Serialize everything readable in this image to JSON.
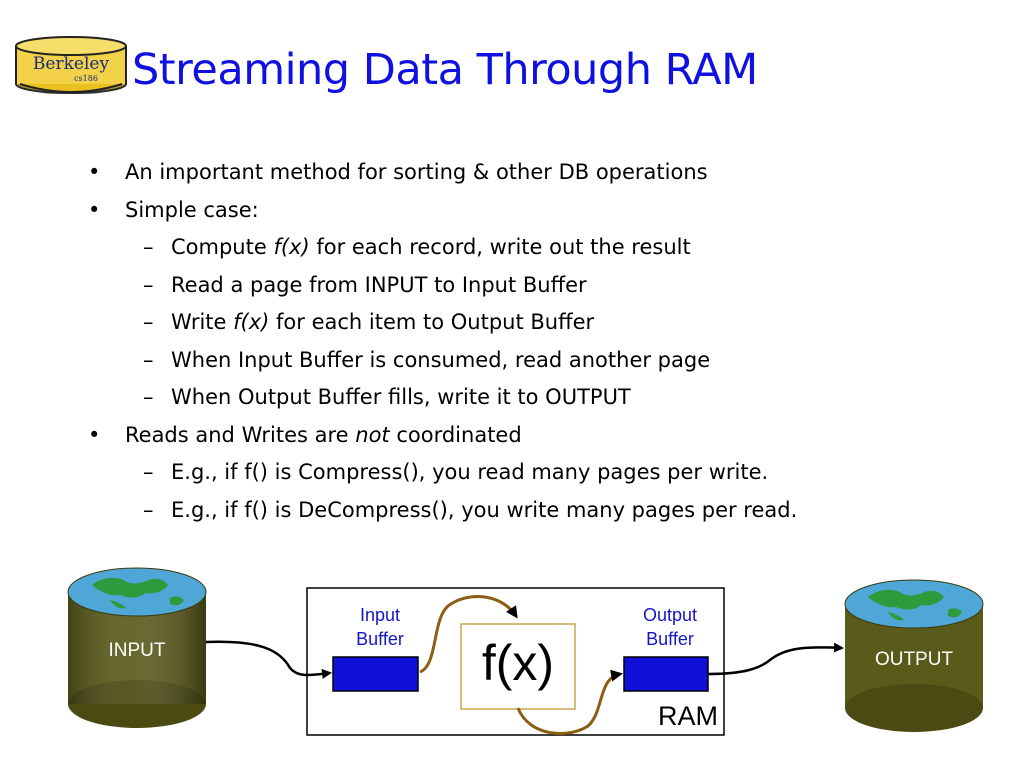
{
  "slide": {
    "title": "Streaming Data Through RAM",
    "logo": {
      "text": "Berkeley",
      "subtext": "cs186"
    },
    "bullets": [
      {
        "level": 1,
        "marker": "•",
        "parts": [
          "An important method for sorting & other DB operations"
        ]
      },
      {
        "level": 1,
        "marker": "•",
        "parts": [
          "Simple case:"
        ]
      },
      {
        "level": 2,
        "marker": "–",
        "parts": [
          "Compute ",
          "f(x)",
          " for each record, write out the result"
        ]
      },
      {
        "level": 2,
        "marker": "–",
        "parts": [
          "Read a page from INPUT to Input Buffer"
        ]
      },
      {
        "level": 2,
        "marker": "–",
        "parts": [
          "Write ",
          "f(x)",
          " for each item to Output Buffer"
        ]
      },
      {
        "level": 2,
        "marker": "–",
        "parts": [
          "When Input Buffer is consumed, read another page"
        ]
      },
      {
        "level": 2,
        "marker": "–",
        "parts": [
          "When Output Buffer fills, write it to OUTPUT"
        ]
      },
      {
        "level": 1,
        "marker": "•",
        "parts": [
          "Reads and Writes are ",
          "not",
          " coordinated"
        ]
      },
      {
        "level": 2,
        "marker": "–",
        "parts": [
          "E.g., if f() is Compress(), you read many pages per write."
        ]
      },
      {
        "level": 2,
        "marker": "–",
        "parts": [
          "E.g., if f() is DeCompress(), you write many pages per read."
        ]
      }
    ]
  },
  "diagram": {
    "input_label": "INPUT",
    "output_label": "OUTPUT",
    "input_buffer_label": "Input\nBuffer",
    "output_buffer_label": "Output\nBuffer",
    "function_label": "f(x)",
    "ram_label": "RAM"
  },
  "colors": {
    "title": "#1010e0",
    "buffer_fill": "#1010d8",
    "buffer_label": "#1515c8",
    "cylinder_body": "#5a5a1a",
    "curved_arrow": "#8b5e14",
    "globe_water": "#4fa7d8",
    "globe_land": "#2e9a3c"
  }
}
